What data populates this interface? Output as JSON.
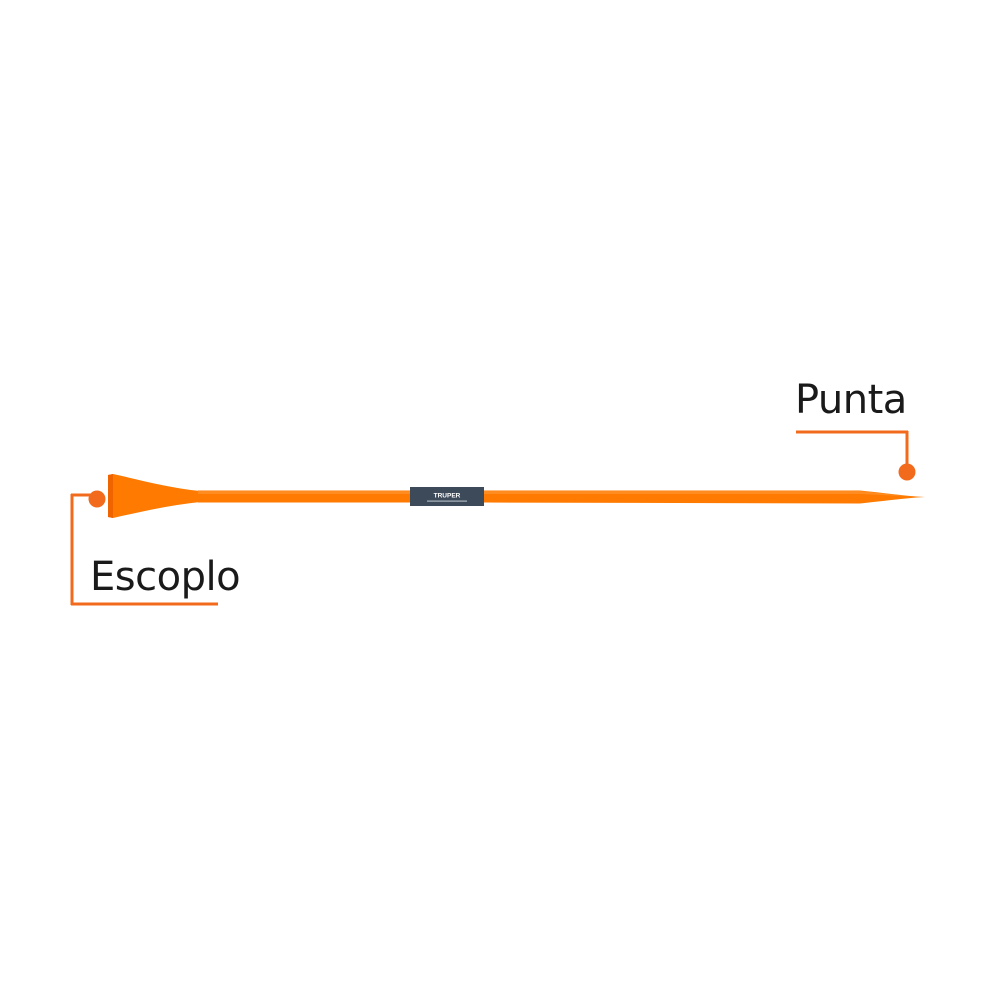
{
  "callouts": {
    "punta": "Punta",
    "escoplo": "Escoplo"
  },
  "brand": {
    "logo_text": "TRUPER"
  },
  "colors": {
    "bar_orange": "#ff7a00",
    "bar_orange_dark": "#f26a00",
    "callout_orange": "#f26b1d",
    "label_band": "#3d4a5a",
    "text": "#1a1a1a",
    "background": "#ffffff"
  },
  "icons": {
    "punta_marker": "dot-icon",
    "escoplo_marker": "dot-icon"
  }
}
